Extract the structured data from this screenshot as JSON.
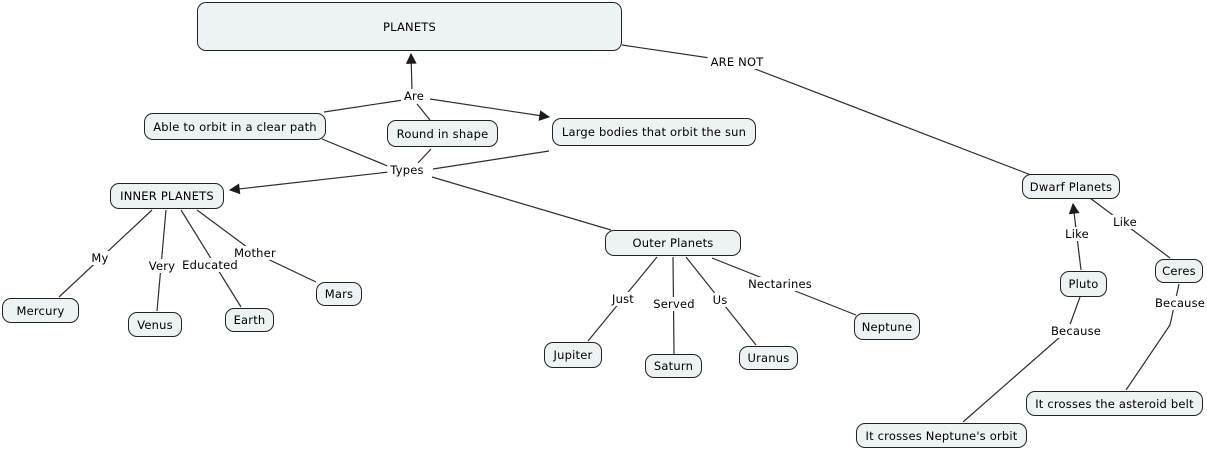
{
  "nodes": {
    "planets": "PLANETS",
    "able": "Able to orbit in a clear path",
    "round": "Round in shape",
    "large": "Large bodies that orbit the sun",
    "inner": "INNER PLANETS",
    "outer": "Outer Planets",
    "dwarf": "Dwarf Planets",
    "mercury": "Mercury",
    "venus": "Venus",
    "earth": "Earth",
    "mars": "Mars",
    "jupiter": "Jupiter",
    "saturn": "Saturn",
    "uranus": "Uranus",
    "neptune": "Neptune",
    "pluto": "Pluto",
    "ceres": "Ceres",
    "neptune_orbit": "It crosses Neptune's orbit",
    "asteroid_belt": "It crosses the asteroid belt"
  },
  "connector_labels": {
    "are": "Are",
    "are_not": "ARE NOT",
    "types": "Types",
    "my": "My",
    "very": "Very",
    "educated": "Educated",
    "mother": "Mother",
    "just": "Just",
    "served": "Served",
    "us": "Us",
    "nectarines": "Nectarines",
    "like_pluto": "Like",
    "like_ceres": "Like",
    "because_pluto": "Because",
    "because_ceres": "Because"
  },
  "colors": {
    "node_fill": "#edf2f5",
    "node_border": "#232323",
    "line": "#2e2e2e",
    "background": "#ffffff",
    "text": "#000000"
  }
}
